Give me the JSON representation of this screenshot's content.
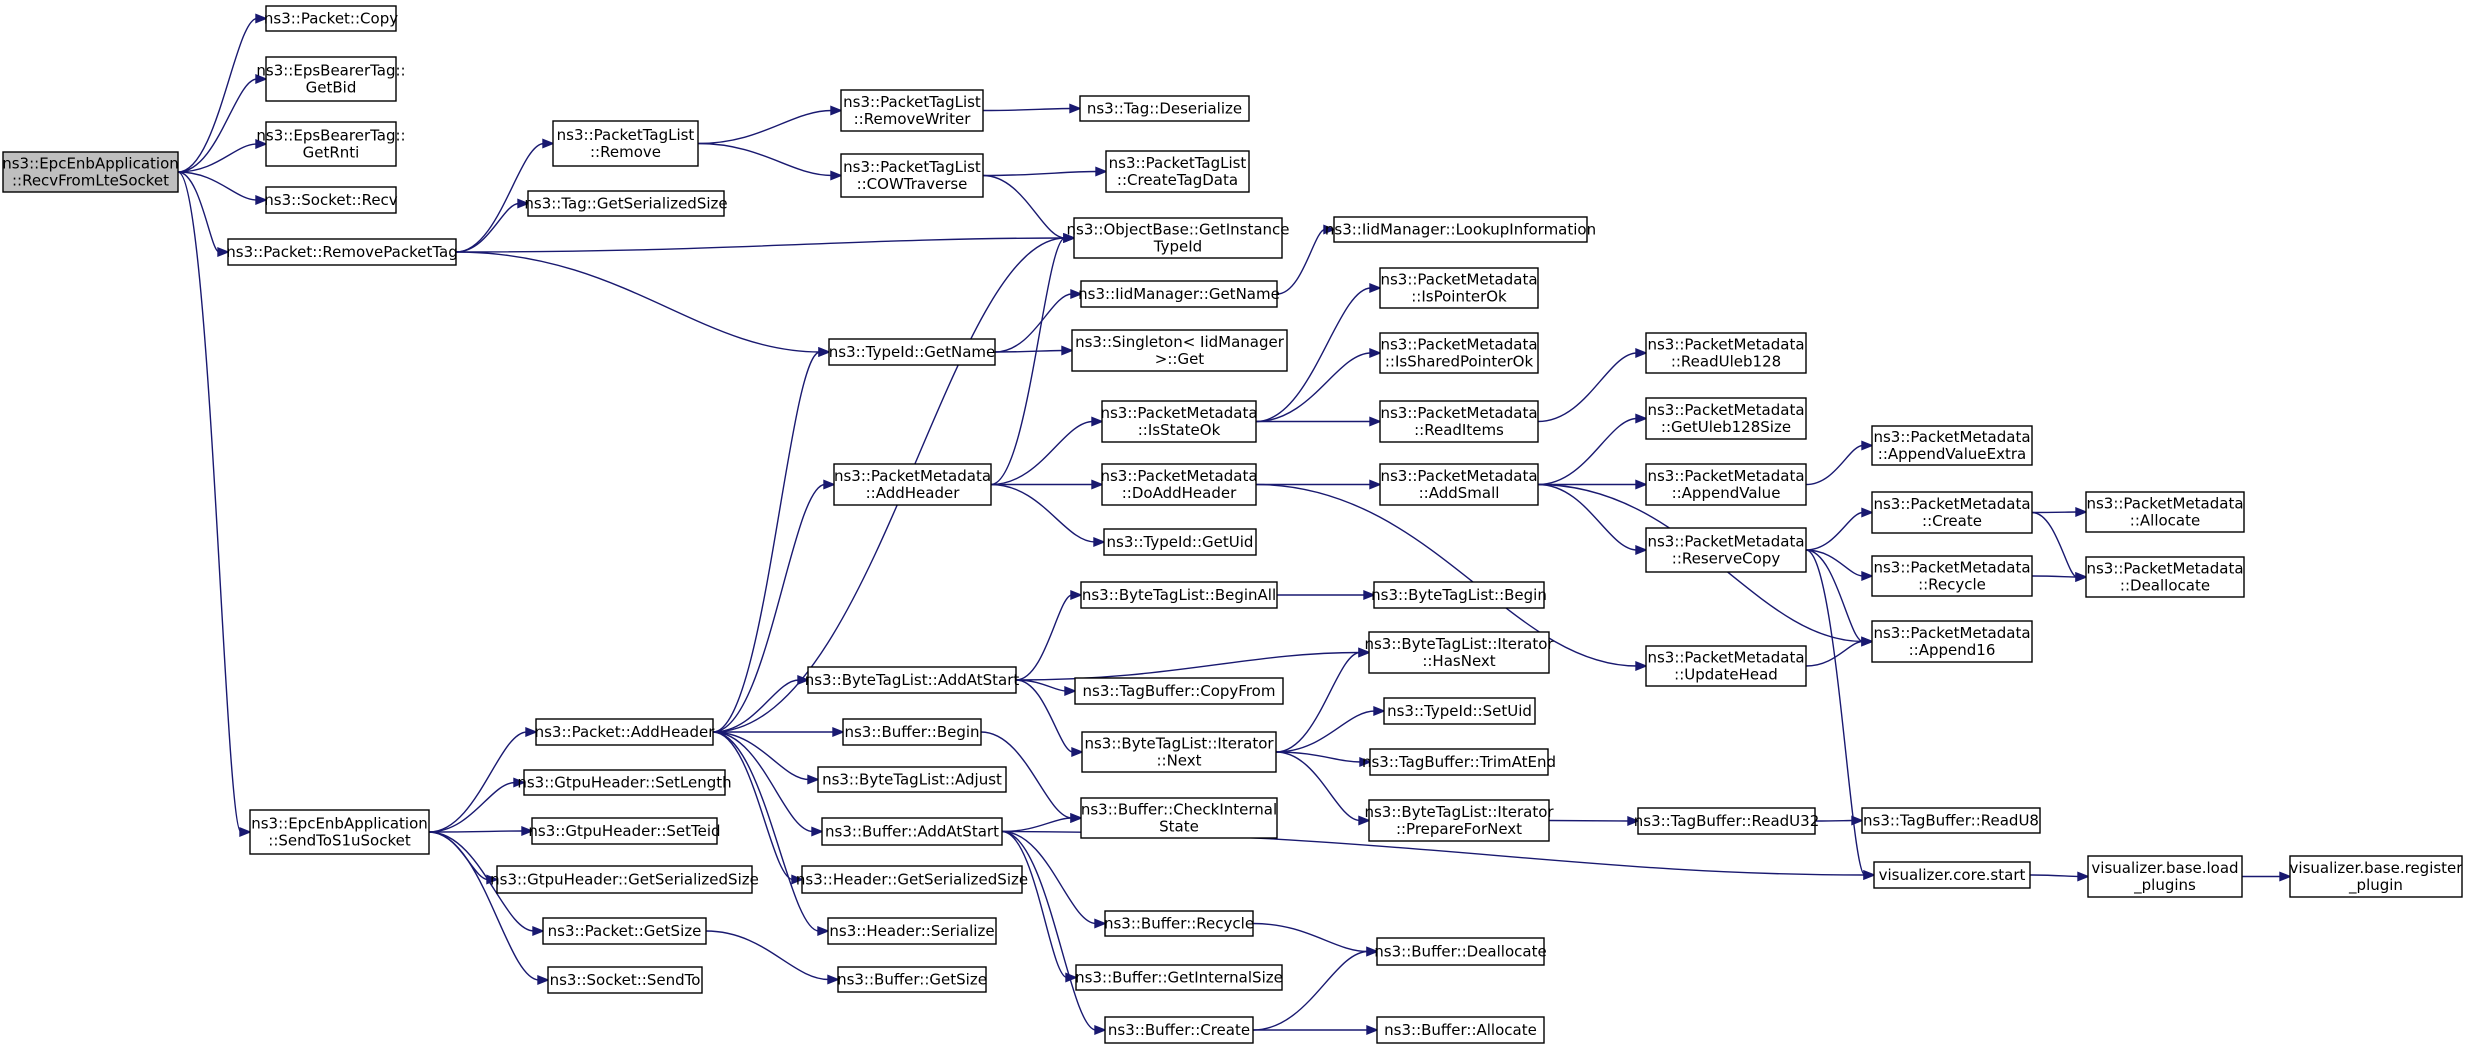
{
  "diagram": {
    "nodes": [
      {
        "id": "root",
        "lines": [
          "ns3::EpcEnbApplication",
          "::RecvFromLteSocket"
        ],
        "root": true
      },
      {
        "id": "send",
        "lines": [
          "ns3::EpcEnbApplication",
          "::SendToS1uSocket"
        ]
      },
      {
        "id": "copy",
        "lines": [
          "ns3::Packet::Copy"
        ]
      },
      {
        "id": "getbid",
        "lines": [
          "ns3::EpsBearerTag::",
          "GetBid"
        ]
      },
      {
        "id": "getrnti",
        "lines": [
          "ns3::EpsBearerTag::",
          "GetRnti"
        ]
      },
      {
        "id": "recv",
        "lines": [
          "ns3::Socket::Recv"
        ]
      },
      {
        "id": "rpt",
        "lines": [
          "ns3::Packet::RemovePacketTag"
        ]
      },
      {
        "id": "ptlremove",
        "lines": [
          "ns3::PacketTagList",
          "::Remove"
        ]
      },
      {
        "id": "taggss",
        "lines": [
          "ns3::Tag::GetSerializedSize"
        ]
      },
      {
        "id": "removewriter",
        "lines": [
          "ns3::PacketTagList",
          "::RemoveWriter"
        ]
      },
      {
        "id": "cow",
        "lines": [
          "ns3::PacketTagList",
          "::COWTraverse"
        ]
      },
      {
        "id": "deserialize",
        "lines": [
          "ns3::Tag::Deserialize"
        ]
      },
      {
        "id": "createtag",
        "lines": [
          "ns3::PacketTagList",
          "::CreateTagData"
        ]
      },
      {
        "id": "objbase",
        "lines": [
          "ns3::ObjectBase::GetInstance",
          "TypeId"
        ]
      },
      {
        "id": "lookup",
        "lines": [
          "ns3::IidManager::LookupInformation"
        ]
      },
      {
        "id": "iidgetname",
        "lines": [
          "ns3::IidManager::GetName"
        ]
      },
      {
        "id": "typeidgetname",
        "lines": [
          "ns3::TypeId::GetName"
        ]
      },
      {
        "id": "singleton",
        "lines": [
          "ns3::Singleton< IidManager",
          ">::Get"
        ]
      },
      {
        "id": "ispointer",
        "lines": [
          "ns3::PacketMetadata",
          "::IsPointerOk"
        ]
      },
      {
        "id": "isshared",
        "lines": [
          "ns3::PacketMetadata",
          "::IsSharedPointerOk"
        ]
      },
      {
        "id": "readuleb",
        "lines": [
          "ns3::PacketMetadata",
          "::ReadUleb128"
        ]
      },
      {
        "id": "isstate",
        "lines": [
          "ns3::PacketMetadata",
          "::IsStateOk"
        ]
      },
      {
        "id": "readitems",
        "lines": [
          "ns3::PacketMetadata",
          "::ReadItems"
        ]
      },
      {
        "id": "getuleb",
        "lines": [
          "ns3::PacketMetadata",
          "::GetUleb128Size"
        ]
      },
      {
        "id": "appendextra",
        "lines": [
          "ns3::PacketMetadata",
          "::AppendValueExtra"
        ]
      },
      {
        "id": "pmaddheader",
        "lines": [
          "ns3::PacketMetadata",
          "::AddHeader"
        ]
      },
      {
        "id": "doaddheader",
        "lines": [
          "ns3::PacketMetadata",
          "::DoAddHeader"
        ]
      },
      {
        "id": "addsmall",
        "lines": [
          "ns3::PacketMetadata",
          "::AddSmall"
        ]
      },
      {
        "id": "appendvalue",
        "lines": [
          "ns3::PacketMetadata",
          "::AppendValue"
        ]
      },
      {
        "id": "pmcreate",
        "lines": [
          "ns3::PacketMetadata",
          "::Create"
        ]
      },
      {
        "id": "pmallocate",
        "lines": [
          "ns3::PacketMetadata",
          "::Allocate"
        ]
      },
      {
        "id": "getuid",
        "lines": [
          "ns3::TypeId::GetUid"
        ]
      },
      {
        "id": "reservecopy",
        "lines": [
          "ns3::PacketMetadata",
          "::ReserveCopy"
        ]
      },
      {
        "id": "pmrecycle",
        "lines": [
          "ns3::PacketMetadata",
          "::Recycle"
        ]
      },
      {
        "id": "pmdeallocate",
        "lines": [
          "ns3::PacketMetadata",
          "::Deallocate"
        ]
      },
      {
        "id": "beginall",
        "lines": [
          "ns3::ByteTagList::BeginAll"
        ]
      },
      {
        "id": "btlbegin",
        "lines": [
          "ns3::ByteTagList::Begin"
        ]
      },
      {
        "id": "append16",
        "lines": [
          "ns3::PacketMetadata",
          "::Append16"
        ]
      },
      {
        "id": "btladdatstart",
        "lines": [
          "ns3::ByteTagList::AddAtStart"
        ]
      },
      {
        "id": "hasnext",
        "lines": [
          "ns3::ByteTagList::Iterator",
          "::HasNext"
        ]
      },
      {
        "id": "updatehead",
        "lines": [
          "ns3::PacketMetadata",
          "::UpdateHead"
        ]
      },
      {
        "id": "copyfrom",
        "lines": [
          "ns3::TagBuffer::CopyFrom"
        ]
      },
      {
        "id": "setuid",
        "lines": [
          "ns3::TypeId::SetUid"
        ]
      },
      {
        "id": "paddheader",
        "lines": [
          "ns3::Packet::AddHeader"
        ]
      },
      {
        "id": "bufbegin",
        "lines": [
          "ns3::Buffer::Begin"
        ]
      },
      {
        "id": "iternext",
        "lines": [
          "ns3::ByteTagList::Iterator",
          "::Next"
        ]
      },
      {
        "id": "trimatend",
        "lines": [
          "ns3::TagBuffer::TrimAtEnd"
        ]
      },
      {
        "id": "btladjust",
        "lines": [
          "ns3::ByteTagList::Adjust"
        ]
      },
      {
        "id": "setlength",
        "lines": [
          "ns3::GtpuHeader::SetLength"
        ]
      },
      {
        "id": "checkinternal",
        "lines": [
          "ns3::Buffer::CheckInternal",
          "State"
        ]
      },
      {
        "id": "prepare",
        "lines": [
          "ns3::ByteTagList::Iterator",
          "::PrepareForNext"
        ]
      },
      {
        "id": "readu32",
        "lines": [
          "ns3::TagBuffer::ReadU32"
        ]
      },
      {
        "id": "readu8",
        "lines": [
          "ns3::TagBuffer::ReadU8"
        ]
      },
      {
        "id": "buaddatstart",
        "lines": [
          "ns3::Buffer::AddAtStart"
        ]
      },
      {
        "id": "setteid",
        "lines": [
          "ns3::GtpuHeader::SetTeid"
        ]
      },
      {
        "id": "gtpugss",
        "lines": [
          "ns3::GtpuHeader::GetSerializedSize"
        ]
      },
      {
        "id": "headergss",
        "lines": [
          "ns3::Header::GetSerializedSize"
        ]
      },
      {
        "id": "vizstart",
        "lines": [
          "visualizer.core.start"
        ]
      },
      {
        "id": "vizload",
        "lines": [
          "visualizer.base.load",
          "_plugins"
        ]
      },
      {
        "id": "vizreg",
        "lines": [
          "visualizer.base.register",
          "_plugin"
        ]
      },
      {
        "id": "pgetsize",
        "lines": [
          "ns3::Packet::GetSize"
        ]
      },
      {
        "id": "serialize",
        "lines": [
          "ns3::Header::Serialize"
        ]
      },
      {
        "id": "bufrecycle",
        "lines": [
          "ns3::Buffer::Recycle"
        ]
      },
      {
        "id": "bufdealloc",
        "lines": [
          "ns3::Buffer::Deallocate"
        ]
      },
      {
        "id": "getinternal",
        "lines": [
          "ns3::Buffer::GetInternalSize"
        ]
      },
      {
        "id": "sendto",
        "lines": [
          "ns3::Socket::SendTo"
        ]
      },
      {
        "id": "bufgetsize",
        "lines": [
          "ns3::Buffer::GetSize"
        ]
      },
      {
        "id": "bufcreate",
        "lines": [
          "ns3::Buffer::Create"
        ]
      },
      {
        "id": "bufalloc",
        "lines": [
          "ns3::Buffer::Allocate"
        ]
      }
    ],
    "edges": [
      [
        "root",
        "copy"
      ],
      [
        "root",
        "getbid"
      ],
      [
        "root",
        "getrnti"
      ],
      [
        "root",
        "recv"
      ],
      [
        "root",
        "rpt"
      ],
      [
        "root",
        "send"
      ],
      [
        "rpt",
        "ptlremove"
      ],
      [
        "rpt",
        "taggss"
      ],
      [
        "rpt",
        "objbase"
      ],
      [
        "rpt",
        "typeidgetname"
      ],
      [
        "ptlremove",
        "removewriter"
      ],
      [
        "ptlremove",
        "cow"
      ],
      [
        "removewriter",
        "deserialize"
      ],
      [
        "cow",
        "createtag"
      ],
      [
        "cow",
        "objbase"
      ],
      [
        "iidgetname",
        "lookup"
      ],
      [
        "typeidgetname",
        "iidgetname"
      ],
      [
        "typeidgetname",
        "singleton"
      ],
      [
        "isstate",
        "ispointer"
      ],
      [
        "isstate",
        "isshared"
      ],
      [
        "isstate",
        "readitems"
      ],
      [
        "readitems",
        "readuleb"
      ],
      [
        "pmaddheader",
        "objbase"
      ],
      [
        "pmaddheader",
        "isstate"
      ],
      [
        "pmaddheader",
        "doaddheader"
      ],
      [
        "pmaddheader",
        "getuid"
      ],
      [
        "doaddheader",
        "addsmall"
      ],
      [
        "doaddheader",
        "updatehead"
      ],
      [
        "addsmall",
        "getuleb"
      ],
      [
        "addsmall",
        "appendvalue"
      ],
      [
        "addsmall",
        "reservecopy"
      ],
      [
        "addsmall",
        "append16"
      ],
      [
        "appendvalue",
        "appendextra"
      ],
      [
        "reservecopy",
        "pmcreate"
      ],
      [
        "reservecopy",
        "pmrecycle"
      ],
      [
        "reservecopy",
        "append16"
      ],
      [
        "reservecopy",
        "vizstart"
      ],
      [
        "pmcreate",
        "pmallocate"
      ],
      [
        "pmcreate",
        "pmdeallocate"
      ],
      [
        "pmrecycle",
        "pmdeallocate"
      ],
      [
        "updatehead",
        "append16"
      ],
      [
        "beginall",
        "btlbegin"
      ],
      [
        "btladdatstart",
        "beginall"
      ],
      [
        "btladdatstart",
        "hasnext"
      ],
      [
        "btladdatstart",
        "copyfrom"
      ],
      [
        "btladdatstart",
        "iternext"
      ],
      [
        "iternext",
        "hasnext"
      ],
      [
        "iternext",
        "setuid"
      ],
      [
        "iternext",
        "trimatend"
      ],
      [
        "iternext",
        "prepare"
      ],
      [
        "prepare",
        "readu32"
      ],
      [
        "readu32",
        "readu8"
      ],
      [
        "paddheader",
        "objbase"
      ],
      [
        "paddheader",
        "typeidgetname"
      ],
      [
        "paddheader",
        "pmaddheader"
      ],
      [
        "paddheader",
        "btladdatstart"
      ],
      [
        "paddheader",
        "bufbegin"
      ],
      [
        "paddheader",
        "btladjust"
      ],
      [
        "paddheader",
        "buaddatstart"
      ],
      [
        "paddheader",
        "headergss"
      ],
      [
        "paddheader",
        "serialize"
      ],
      [
        "bufbegin",
        "checkinternal"
      ],
      [
        "buaddatstart",
        "checkinternal"
      ],
      [
        "buaddatstart",
        "vizstart"
      ],
      [
        "buaddatstart",
        "bufrecycle"
      ],
      [
        "buaddatstart",
        "getinternal"
      ],
      [
        "buaddatstart",
        "bufcreate"
      ],
      [
        "vizstart",
        "vizload"
      ],
      [
        "vizload",
        "vizreg"
      ],
      [
        "bufrecycle",
        "bufdealloc"
      ],
      [
        "bufcreate",
        "bufdealloc"
      ],
      [
        "bufcreate",
        "bufalloc"
      ],
      [
        "send",
        "paddheader"
      ],
      [
        "send",
        "setlength"
      ],
      [
        "send",
        "setteid"
      ],
      [
        "send",
        "gtpugss"
      ],
      [
        "send",
        "pgetsize"
      ],
      [
        "send",
        "sendto"
      ],
      [
        "pgetsize",
        "bufgetsize"
      ]
    ]
  }
}
